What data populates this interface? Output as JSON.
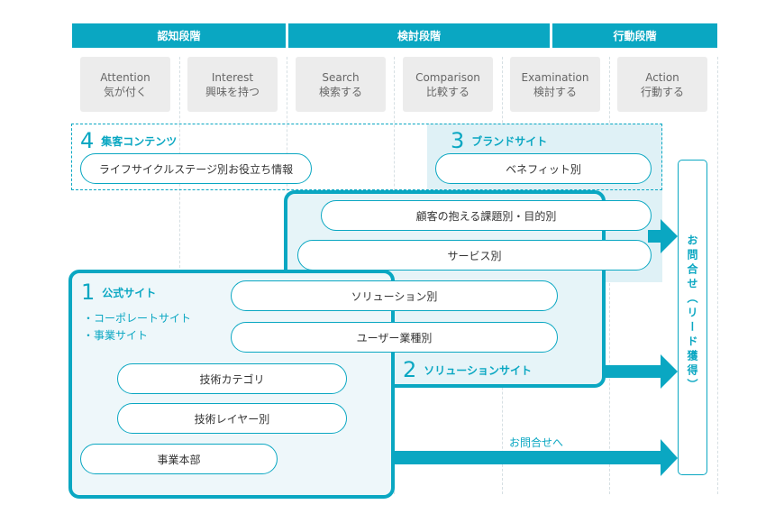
{
  "phases": [
    "認知段階",
    "検討段階",
    "行動段階"
  ],
  "stages": [
    {
      "en": "Attention",
      "ja": "気が付く"
    },
    {
      "en": "Interest",
      "ja": "興味を持つ"
    },
    {
      "en": "Search",
      "ja": "検索する"
    },
    {
      "en": "Comparison",
      "ja": "比較する"
    },
    {
      "en": "Examination",
      "ja": "検討する"
    },
    {
      "en": "Action",
      "ja": "行動する"
    }
  ],
  "groups": {
    "content": {
      "num": "4",
      "label": "集客コンテンツ"
    },
    "brand": {
      "num": "3",
      "label": "ブランドサイト"
    },
    "solution": {
      "num": "2",
      "label": "ソリューションサイト"
    },
    "official": {
      "num": "1",
      "label": "公式サイト",
      "bullets": [
        "・コーポレートサイト",
        "・事業サイト"
      ]
    }
  },
  "pills": {
    "lifecycle": "ライフサイクルステージ別お役立ち情報",
    "benefit": "ベネフィット別",
    "issue": "顧客の抱える課題別・目的別",
    "service": "サービス別",
    "solution": "ソリューション別",
    "industry": "ユーザー業種別",
    "tech_category": "技術カテゴリ",
    "tech_layer": "技術レイヤー別",
    "business": "事業本部"
  },
  "contact": {
    "label": "お問合せ（リード獲得）"
  },
  "arrow_label": "お問合せへ",
  "colors": {
    "accent": "#0aa7c2",
    "card": "#ececec",
    "brand_bg": "#dff1f6"
  }
}
